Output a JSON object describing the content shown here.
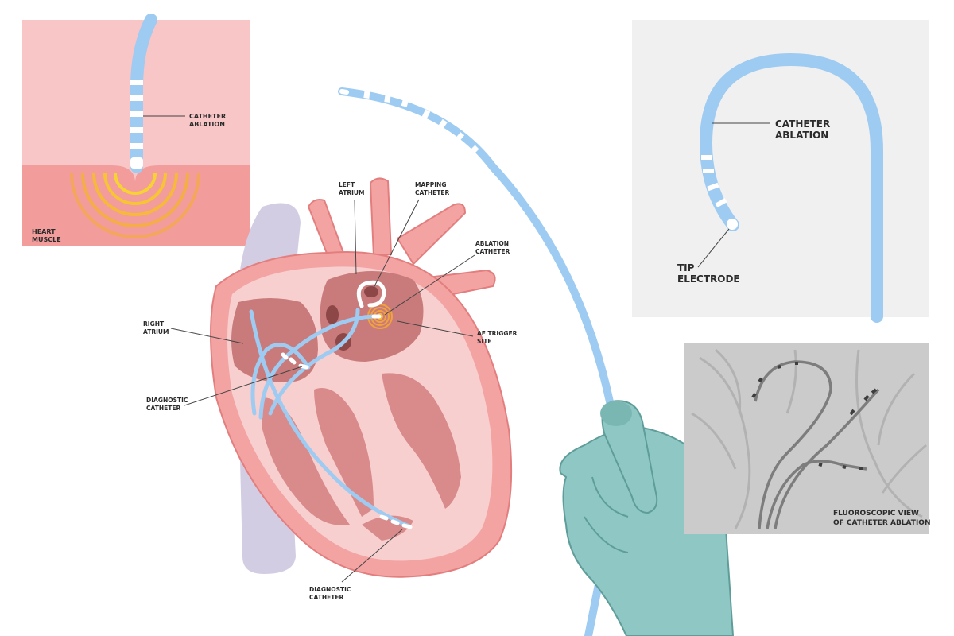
{
  "colors": {
    "catheter": "#9ecbf2",
    "heart_wall": "#f4a3a3",
    "heart_inner": "#f8cfcf",
    "chamber": "#c97b7b",
    "muscle": "#d98a8a",
    "glove": "#8fc7c4",
    "pericardium": "#d3cde3",
    "inset_bg_grey": "#f0f0f0",
    "fluoro_bg": "#c9c9c9",
    "heat": "#f7b733"
  },
  "inset_muscle": {
    "catheter_label": [
      "CATHETER",
      "ABLATION"
    ],
    "muscle_label": [
      "HEART",
      "MUSCLE"
    ]
  },
  "heart_labels": {
    "left_atrium": [
      "LEFT",
      "ATRIUM"
    ],
    "mapping_catheter": [
      "MAPPING",
      "CATHETER"
    ],
    "ablation_catheter": [
      "ABLATION",
      "CATHETER"
    ],
    "af_trigger_site": [
      "AF TRIGGER",
      "SITE"
    ],
    "right_atrium": [
      "RIGHT",
      "ATRIUM"
    ],
    "diagnostic_catheter_upper": [
      "DIAGNOSTIC",
      "CATHETER"
    ],
    "diagnostic_catheter_lower": [
      "DIAGNOSTIC",
      "CATHETER"
    ]
  },
  "inset_tip": {
    "catheter_label": [
      "CATHETER",
      "ABLATION"
    ],
    "tip_label": [
      "TIP",
      "ELECTRODE"
    ]
  },
  "inset_fluoro": {
    "caption": [
      "FLUOROSCOPIC VIEW",
      "OF CATHETER ABLATION"
    ]
  }
}
